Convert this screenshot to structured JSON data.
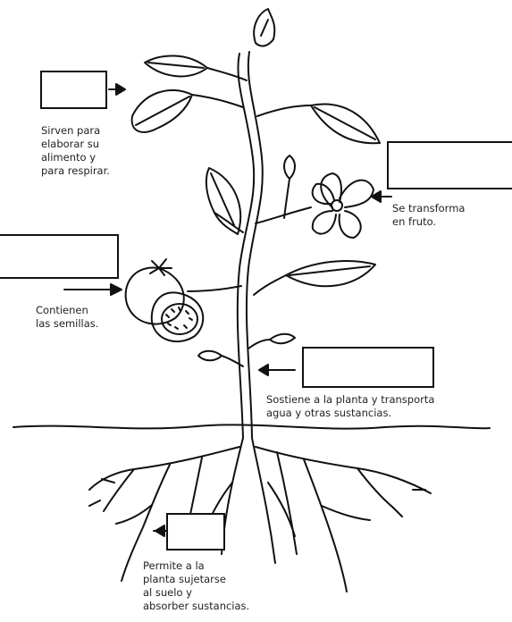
{
  "labels": {
    "leaves": "Sirven para\nelaborar su\nalimento y\npara respirar.",
    "flower": "Se transforma\nen fruto.",
    "fruit": "Contienen\nlas semillas.",
    "stem": "Sostiene a la planta y transporta\nagua y otras sustancias.",
    "roots": "Permite a la\nplanta sujetarse\nal suelo y\nabsorber sustancias."
  },
  "answer_boxes": {
    "leaves": "",
    "flower": "",
    "fruit": "",
    "stem": "",
    "roots": ""
  }
}
